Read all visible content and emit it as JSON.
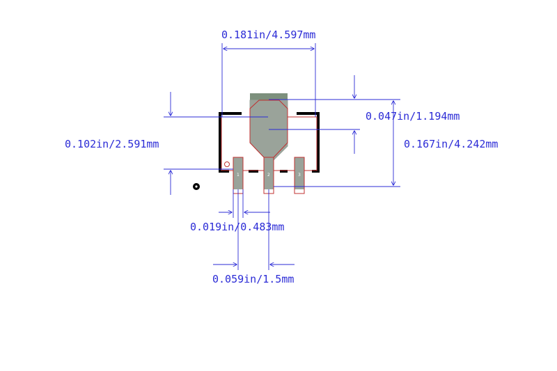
{
  "colors": {
    "dimension": "#2b2bd6",
    "outline": "#000000",
    "pad_fill": "#9aa39a",
    "pad_edge": "#c03030",
    "tab_top": "#7d907d"
  },
  "dimensions": {
    "body_width": "0.181in/4.597mm",
    "tab_gap": "0.047in/1.194mm",
    "total_height": "0.167in/4.242mm",
    "body_height": "0.102in/2.591mm",
    "pin_width": "0.019in/0.483mm",
    "pin_pitch": "0.059in/1.5mm"
  },
  "pins": [
    "1",
    "2",
    "3"
  ],
  "icons": {
    "pin1_marker": "pin-one-dot-icon"
  }
}
